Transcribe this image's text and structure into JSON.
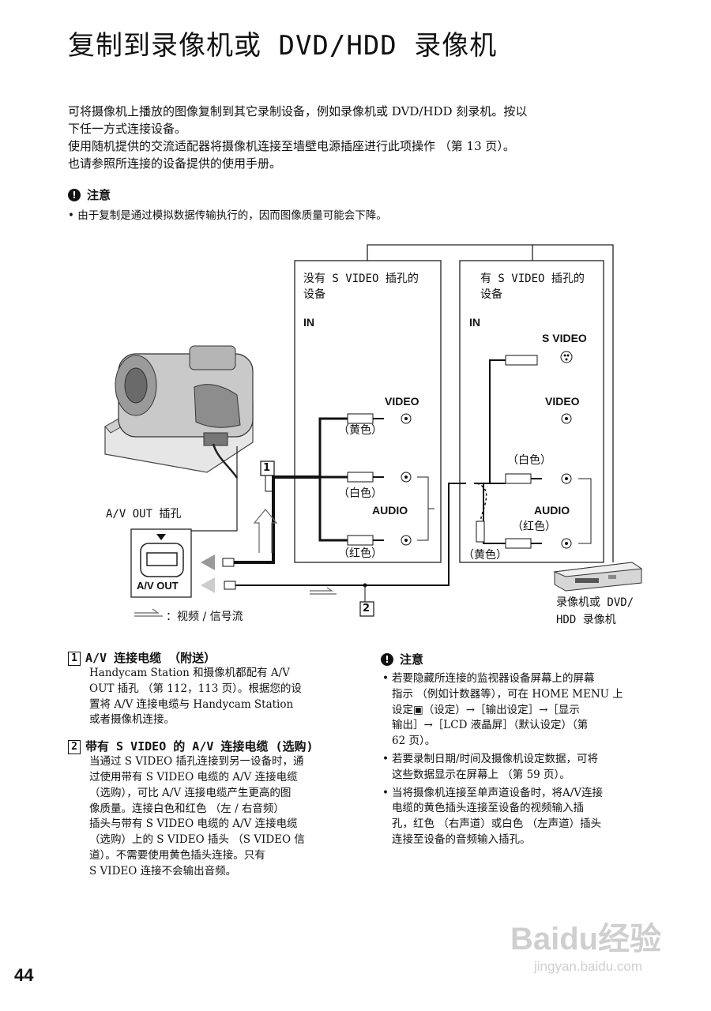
{
  "title": "复制到录像机或 DVD/HDD 录像机",
  "intro": {
    "lines": [
      "可将摄像机上播放的图像复制到其它录制设备，例如录像机或 DVD/HDD 刻录机。按以",
      "下任一方式连接设备。",
      "使用随机提供的交流适配器将摄像机连接至墙壁电源插座进行此项操作 （第 13 页）。",
      "也请参照所连接的设备提供的使用手册。"
    ]
  },
  "caution_top": {
    "heading": "注意",
    "bullet": "由于复制是通过模拟数据传输执行的，因而图像质量可能会下降。"
  },
  "diagram": {
    "device_no_svideo": {
      "title_l1": "没有 S VIDEO 插孔的",
      "title_l2": "设备",
      "in": "IN",
      "video": "VIDEO",
      "audio": "AUDIO"
    },
    "device_svideo": {
      "title_l1": "有 S VIDEO 插孔的",
      "title_l2": "设备",
      "in": "IN",
      "svideo": "S VIDEO",
      "video": "VIDEO",
      "audio": "AUDIO"
    },
    "colors_left": {
      "yellow": "（黄色）",
      "white": "（白色）",
      "red": "（红色）"
    },
    "colors_right": {
      "white": "（白色）",
      "red": "（红色）",
      "yellow": "（黄色）"
    },
    "av_out_jack": "A/V OUT 插孔",
    "av_out_panel": "A/V OUT",
    "recorder": {
      "l1": "录像机或 DVD/",
      "l2": "HDD 录像机"
    },
    "flow_legend": "：视频 / 信号流",
    "marker1": "1",
    "marker2": "2"
  },
  "items": [
    {
      "num": "1",
      "heading": "A/V 连接电缆 （附送）",
      "lines": [
        "Handycam Station 和摄像机都配有 A/V",
        "OUT 插孔 （第 112，113 页）。根据您的设",
        "置将 A/V 连接电缆与 Handycam Station",
        "或者摄像机连接。"
      ]
    },
    {
      "num": "2",
      "heading": "带有 S VIDEO 的 A/V 连接电缆 (选购)",
      "lines": [
        "当通过 S VIDEO 插孔连接到另一设备时，通",
        "过使用带有 S VIDEO 电缆的 A/V 连接电缆",
        "（选购），可比 A/V 连接电缆产生更高的图",
        "像质量。连接白色和红色 （左 / 右音频）",
        "插头与带有 S VIDEO 电缆的 A/V 连接电缆",
        "（选购）上的 S VIDEO 插头 （S VIDEO 信",
        "道）。不需要使用黄色插头连接。只有",
        "S VIDEO 连接不会输出音频。"
      ]
    }
  ],
  "caution_right": {
    "heading": "注意",
    "notes": [
      [
        "若要隐藏所连接的监视器设备屏幕上的屏幕",
        "指示 （例如计数器等），可在 HOME MENU 上",
        "设定▣（设定）→［输出设定］→［显示",
        "输出］→［LCD 液晶屏］（默认设定）（第",
        "62 页）。"
      ],
      [
        "若要录制日期/时间及摄像机设定数据，可将",
        "这些数据显示在屏幕上 （第 59 页）。"
      ],
      [
        "当将摄像机连接至单声道设备时，将A/V连接",
        "电缆的黄色插头连接至设备的视频输入插",
        "孔，红色 （右声道）或白色 （左声道）插头",
        "连接至设备的音频输入插孔。"
      ]
    ]
  },
  "page_number": "44",
  "watermark": {
    "brand": "Baidu经验",
    "url": "jingyan.baidu.com"
  }
}
